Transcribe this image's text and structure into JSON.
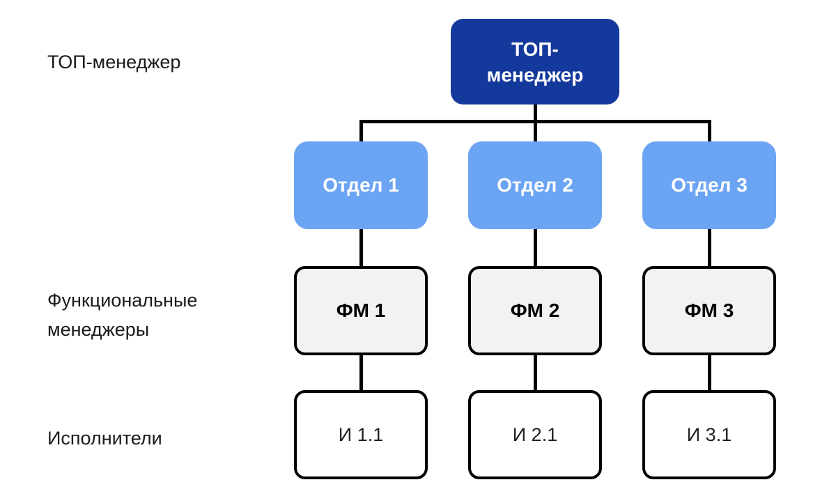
{
  "colors": {
    "background": "#FFFFFF",
    "top_manager_box": "#14399C",
    "department_box": "#6CA4F4",
    "functional_manager_box": "#F2F2F2",
    "executor_box": "#FFFFFF",
    "box_border": "#000000",
    "connector_line": "#000000",
    "light_text": "#FFFFFF",
    "dark_text": "#1A1A1A"
  },
  "row_labels": {
    "top_managers": "ТОП-менеджер",
    "functional_managers": "Функциональные\nменеджеры",
    "executors": "Исполнители"
  },
  "org_chart": {
    "root": {
      "label": "ТОП-\nменеджер"
    },
    "columns": [
      {
        "department": "Отдел 1",
        "functional_manager": "ФМ 1",
        "executor": "И 1.1"
      },
      {
        "department": "Отдел 2",
        "functional_manager": "ФМ 2",
        "executor": "И 2.1"
      },
      {
        "department": "Отдел 3",
        "functional_manager": "ФМ 3",
        "executor": "И 3.1"
      }
    ]
  }
}
